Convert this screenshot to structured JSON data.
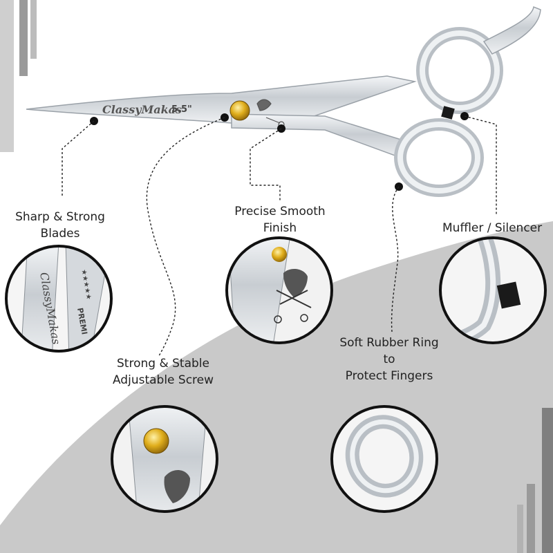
{
  "brand": {
    "logo_text": "ClassyMakas",
    "size_text": "5.5\"",
    "blade_stars": "★★★★★",
    "blade_word": "PREMI"
  },
  "features": {
    "blades": {
      "line1": "Sharp & Strong",
      "line2": "Blades"
    },
    "finish": {
      "line1": "Precise Smooth",
      "line2": "Finish"
    },
    "muffler": {
      "line1": "Muffler / Silencer"
    },
    "screw": {
      "line1": "Strong & Stable",
      "line2": "Adjustable Screw"
    },
    "ring": {
      "line1": "Soft Rubber Ring",
      "line2": "to",
      "line3": "Protect Fingers"
    }
  },
  "colors": {
    "accent_gray": "#c9c9c9",
    "stripe_gray": "#9a9a9a",
    "screw_gold": "#d6a316",
    "steel": "#d9dde1",
    "text": "#222222"
  }
}
